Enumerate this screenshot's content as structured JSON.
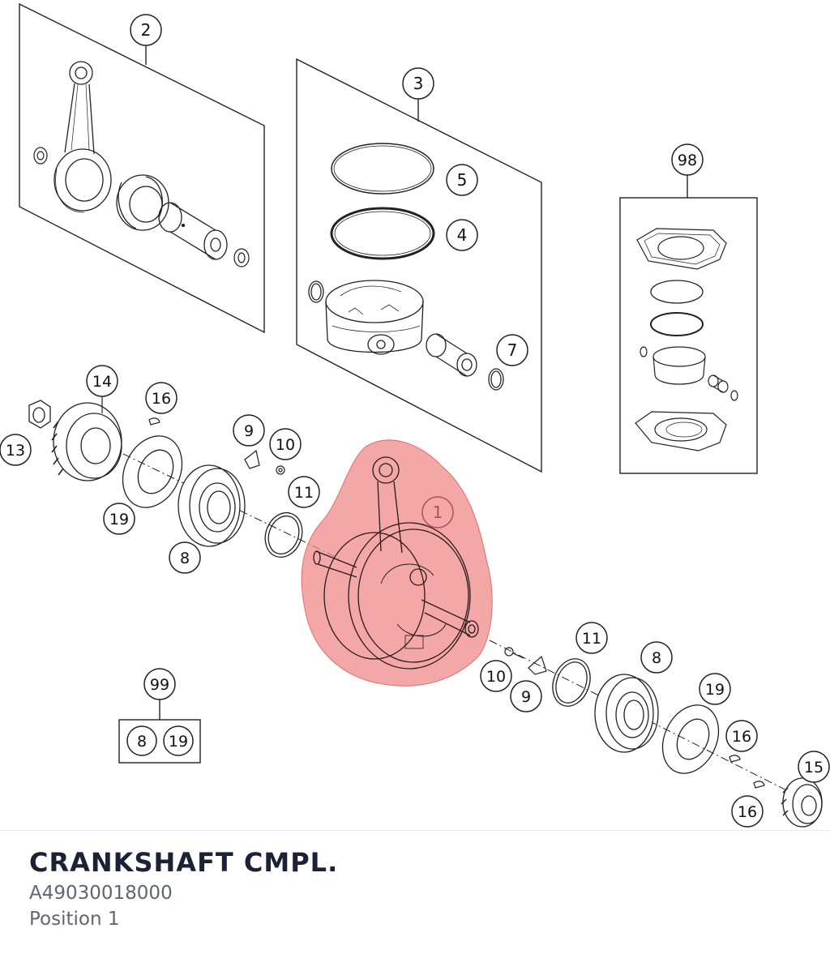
{
  "diagram": {
    "labels": {
      "connecting_rod_kit": "2",
      "piston_kit": "3",
      "piston_ring_top": "5",
      "piston_ring_second": "4",
      "piston_pin_clip": "7",
      "gasket_set": "98",
      "crankshaft": "1",
      "gear_left": "14",
      "nut_left": "13",
      "key_top": "16",
      "shim_left": "19",
      "bearing_left": "8",
      "plate_left": "9",
      "screw_left": "10",
      "oring_left": "11",
      "bearing_set": "99",
      "bearing_set_8": "8",
      "bearing_set_19": "19",
      "oring_right": "11",
      "bearing_right": "8",
      "shim_right": "19",
      "screw_right": "10",
      "plate_right": "9",
      "key_right_upper": "16",
      "key_right_lower": "16",
      "gear_right": "15"
    },
    "highlight_color": "#f08a8a"
  },
  "part": {
    "name": "CRANKSHAFT CMPL.",
    "number": "A49030018000",
    "position": "Position 1"
  }
}
